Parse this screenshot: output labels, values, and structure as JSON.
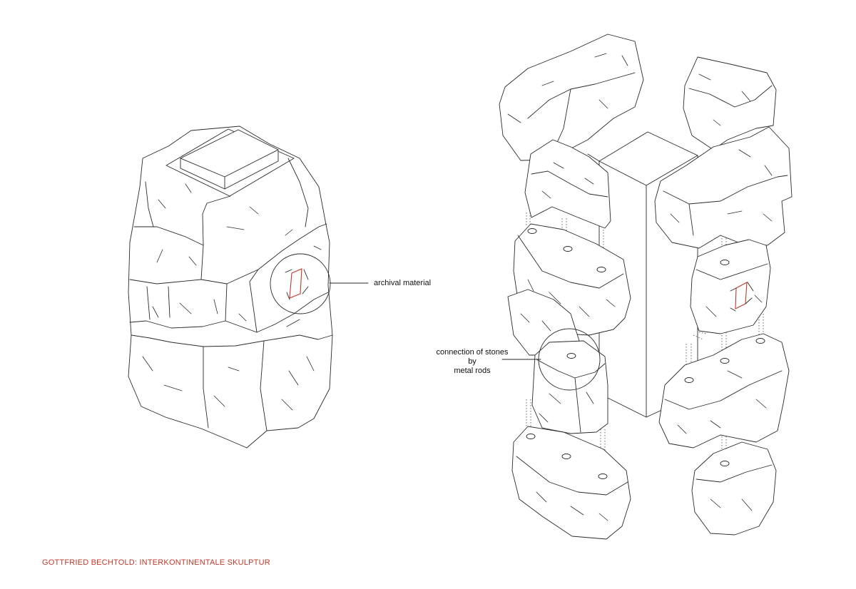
{
  "annotations": {
    "archival": "archival material",
    "connection_line1": "connection of stones",
    "connection_line2": "by",
    "connection_line3": "metal rods"
  },
  "caption": {
    "text": "GOTTFRIED BECHTOLD: INTERKONTINENTALE SKULPTUR",
    "color": "#c0392b"
  }
}
